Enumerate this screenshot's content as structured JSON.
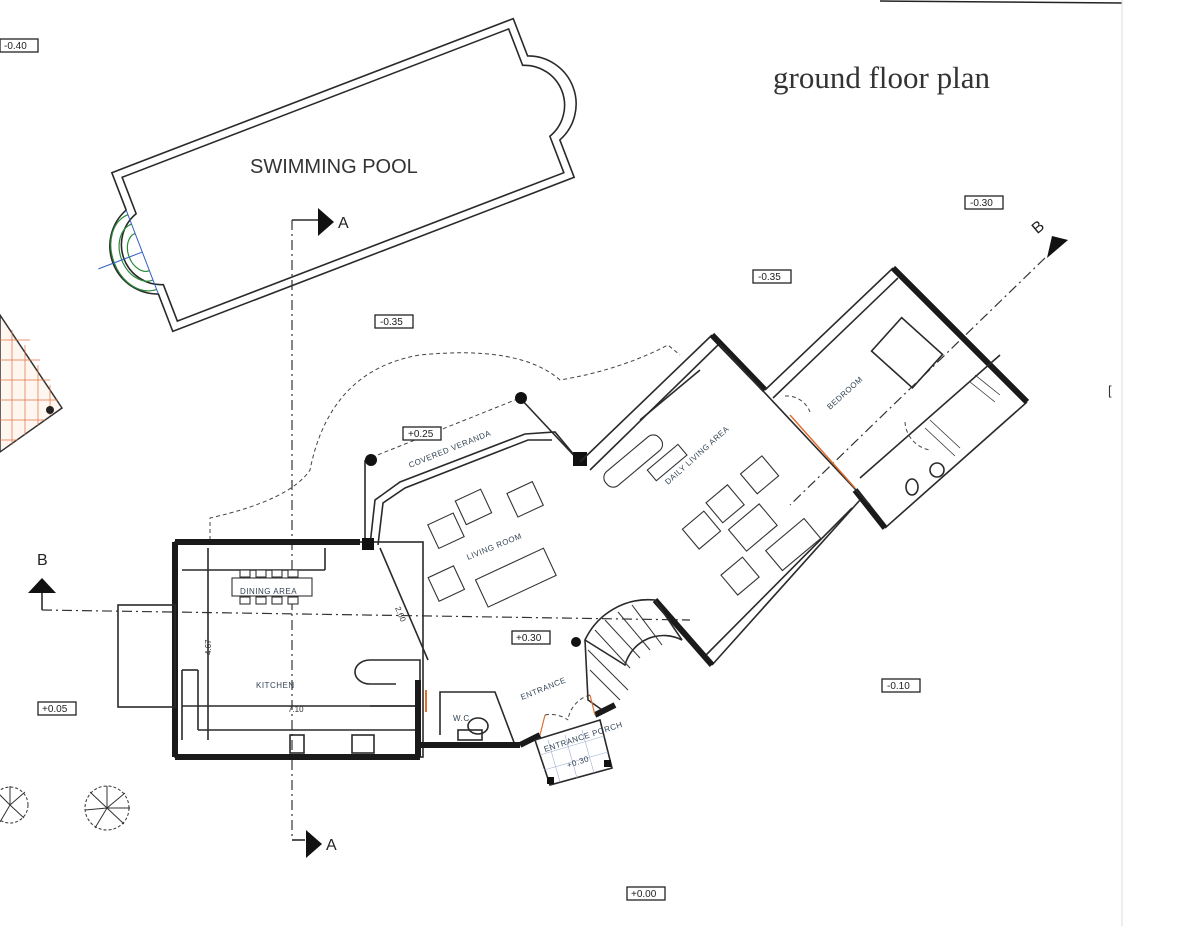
{
  "title": "ground floor plan",
  "pool_label": "SWIMMING POOL",
  "rooms": {
    "covered_veranda": "COVERED VERANDA",
    "living_room": "LIVING ROOM",
    "daily_living_area": "DAILY LIVING AREA",
    "bedroom": "BEDROOM",
    "dining_area": "DINING AREA",
    "kitchen": "KITCHEN",
    "wc": "W.C.",
    "entrance": "ENTRANCE",
    "entrance_porch": "ENTRANCE PORCH",
    "entrance_porch_level": "+0.30"
  },
  "levels": [
    "-0.40",
    "-0.30",
    "-0.35",
    "-0.35",
    "+0.25",
    "+0.30",
    "-0.10",
    "+0.05",
    "+0.00"
  ],
  "dimensions": [
    "2.60",
    "4.67",
    "7.10"
  ],
  "section_markers": {
    "a_top": "A",
    "a_bottom": "A",
    "b_left": "B",
    "b_right": "B"
  }
}
